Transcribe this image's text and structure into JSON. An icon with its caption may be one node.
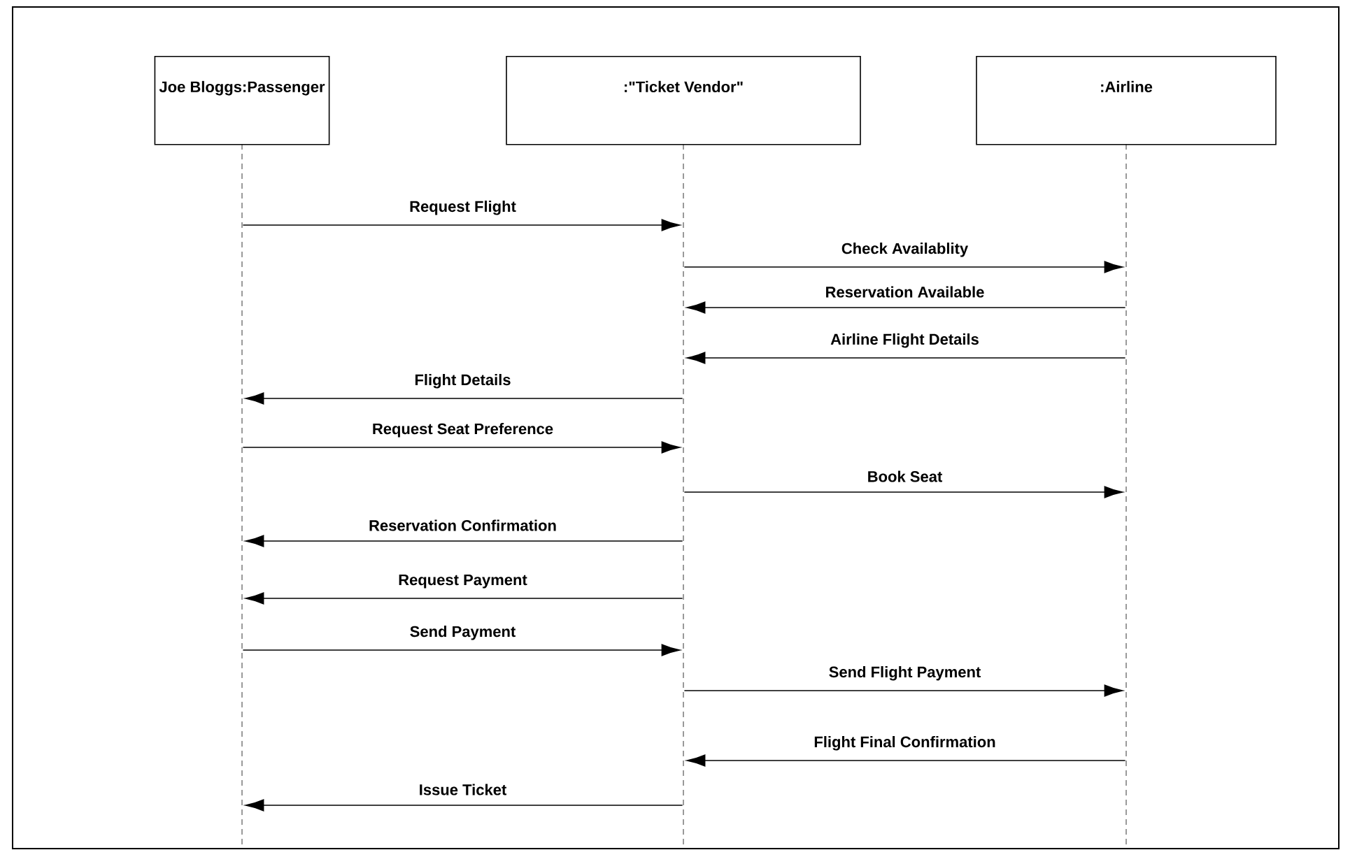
{
  "diagram": {
    "nodes": [
      {
        "text": [
          "Joe Bloggs:Passenger"
        ]
      },
      {
        "text": [
          ":\"Ticket Vendor\""
        ]
      },
      {
        "text": [
          ":Airline"
        ]
      },
      {
        "text": [],
        "shape": "line"
      },
      {
        "text": [],
        "shape": "line"
      },
      {
        "text": [],
        "shape": "line"
      }
    ],
    "edges": [
      {
        "from": 3,
        "to": 4,
        "arrow": "to",
        "label": "Request Flight"
      },
      {
        "from": 4,
        "to": 5,
        "arrow": "to",
        "label": "Check Availablity"
      },
      {
        "from": 5,
        "to": 4,
        "arrow": "to",
        "label": "Reservation Available"
      },
      {
        "from": 5,
        "to": 4,
        "arrow": "to",
        "label": "Airline Flight Details"
      },
      {
        "from": 4,
        "to": 3,
        "arrow": "to",
        "label": "Flight Details"
      },
      {
        "from": 3,
        "to": 4,
        "arrow": "to",
        "label": "Request Seat Preference"
      },
      {
        "from": 4,
        "to": 5,
        "arrow": "to",
        "label": "Book Seat"
      },
      {
        "from": 4,
        "to": 3,
        "arrow": "to",
        "label": "Reservation Confirmation"
      },
      {
        "from": 4,
        "to": 3,
        "arrow": "to",
        "label": "Request Payment"
      },
      {
        "from": 3,
        "to": 4,
        "arrow": "to",
        "label": "Send Payment"
      },
      {
        "from": 4,
        "to": 5,
        "arrow": "to",
        "label": "Send Flight Payment"
      },
      {
        "from": 5,
        "to": 4,
        "arrow": "to",
        "label": "Flight Final Confirmation"
      },
      {
        "from": 4,
        "to": 3,
        "arrow": "to",
        "label": "Issue Ticket"
      }
    ]
  }
}
